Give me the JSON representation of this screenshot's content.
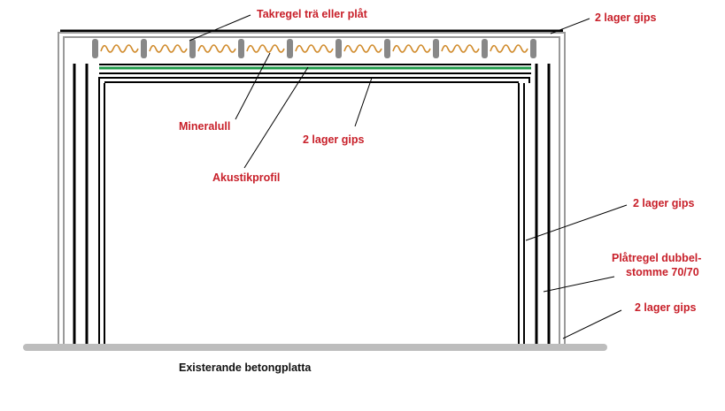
{
  "labels": {
    "takregel": "Takregel trä eller plåt",
    "gips_top_right": "2 lager gips",
    "mineralull": "Mineralull",
    "gips_ceiling": "2 lager gips",
    "akustikprofil": "Akustikprofil",
    "gips_right_inner": "2 lager gips",
    "platregel_line1": "Plåtregel dubbel-",
    "platregel_line2": "stomme 70/70",
    "gips_right_outer": "2 lager gips",
    "betongplatta": "Existerande betongplatta"
  },
  "colors": {
    "label": "#c8202a",
    "caption": "#111111",
    "wall_line": "#000000",
    "gips_line": "#9a9a9a",
    "green_line": "#1f9a4a",
    "insulation": "#d08a2a",
    "stud": "#888888",
    "slab": "#bdbdbd"
  }
}
